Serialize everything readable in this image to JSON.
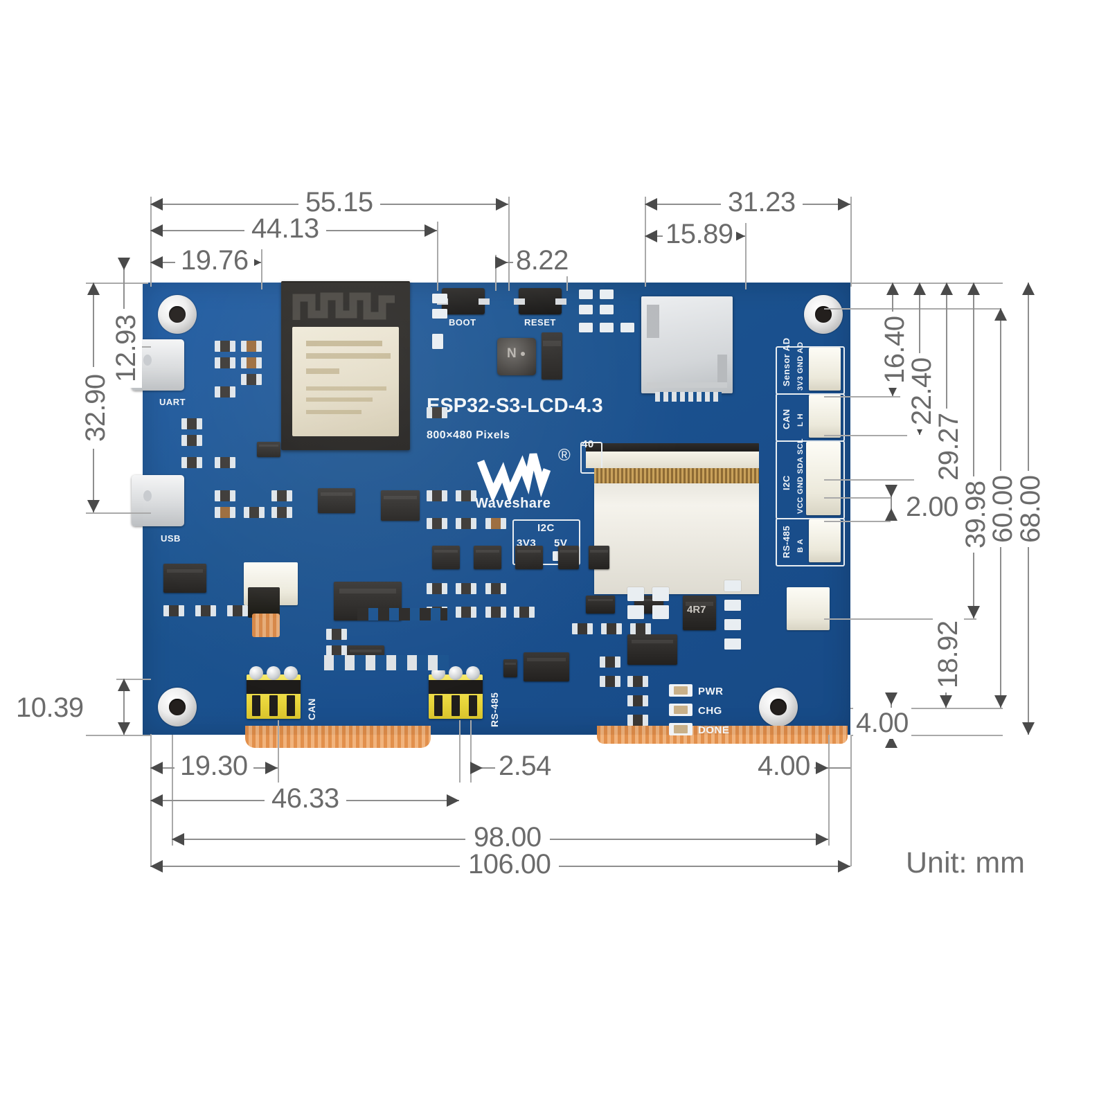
{
  "drawing": {
    "unit_label": "Unit: mm",
    "board_name": "ESP32-S3-LCD-4.3",
    "resolution": "800×480 Pixels",
    "brand": "Waveshare"
  },
  "dimensions": {
    "top": [
      {
        "name": "55.15",
        "value": "55.15"
      },
      {
        "name": "44.13",
        "value": "44.13"
      },
      {
        "name": "19.76",
        "value": "19.76"
      },
      {
        "name": "8.22",
        "value": "8.22"
      },
      {
        "name": "31.23",
        "value": "31.23"
      },
      {
        "name": "15.89",
        "value": "15.89"
      }
    ],
    "left": [
      {
        "name": "32.90",
        "value": "32.90"
      },
      {
        "name": "12.93",
        "value": "12.93"
      },
      {
        "name": "10.39",
        "value": "10.39"
      }
    ],
    "right": [
      {
        "name": "16.40",
        "value": "16.40"
      },
      {
        "name": "22.40",
        "value": "22.40"
      },
      {
        "name": "29.27",
        "value": "29.27"
      },
      {
        "name": "39.98",
        "value": "39.98"
      },
      {
        "name": "2.00",
        "value": "2.00"
      },
      {
        "name": "60.00",
        "value": "60.00"
      },
      {
        "name": "68.00",
        "value": "68.00"
      },
      {
        "name": "18.92",
        "value": "18.92"
      },
      {
        "name": "4.00-vert",
        "value": "4.00"
      }
    ],
    "bottom": [
      {
        "name": "19.30",
        "value": "19.30"
      },
      {
        "name": "2.54",
        "value": "2.54"
      },
      {
        "name": "46.33",
        "value": "46.33"
      },
      {
        "name": "4.00-horiz",
        "value": "4.00"
      },
      {
        "name": "98.00",
        "value": "98.00"
      },
      {
        "name": "106.00",
        "value": "106.00"
      }
    ]
  },
  "board": {
    "silkscreen": {
      "title": "ESP32-S3-LCD-4.3",
      "resolution": "800×480 Pixels",
      "brand": "Waveshare",
      "boot_button": "BOOT",
      "reset_button": "RESET",
      "uart_port": "UART",
      "usb_port": "USB",
      "fpc_pin_count": "40",
      "i2c_jumper_title": "I2C",
      "i2c_jumper_left": "3V3",
      "i2c_jumper_right": "5V",
      "can_terminal": "CAN",
      "rs485_terminal": "RS-485"
    },
    "leds": [
      {
        "name": "pwr",
        "label": "PWR"
      },
      {
        "name": "chg",
        "label": "CHG"
      },
      {
        "name": "done",
        "label": "DONE"
      }
    ],
    "connectors": [
      {
        "name": "sensor-ad",
        "title": "Sensor AD",
        "pins": "3V3 GND AD"
      },
      {
        "name": "can",
        "title": "CAN",
        "pins": "L  H"
      },
      {
        "name": "i2c",
        "title": "I2C",
        "pins": "VCC GND SDA SCL"
      },
      {
        "name": "rs485",
        "title": "RS-485",
        "pins": "B  A"
      }
    ],
    "colors": {
      "pcb": "#1b538f",
      "silkscreen": "#f2f5f8",
      "dimension_line": "#8e8e8e",
      "dimension_text": "#6b6b6b",
      "terminal_block": "#e9d63c",
      "fpc_orange": "#e08a43"
    }
  }
}
